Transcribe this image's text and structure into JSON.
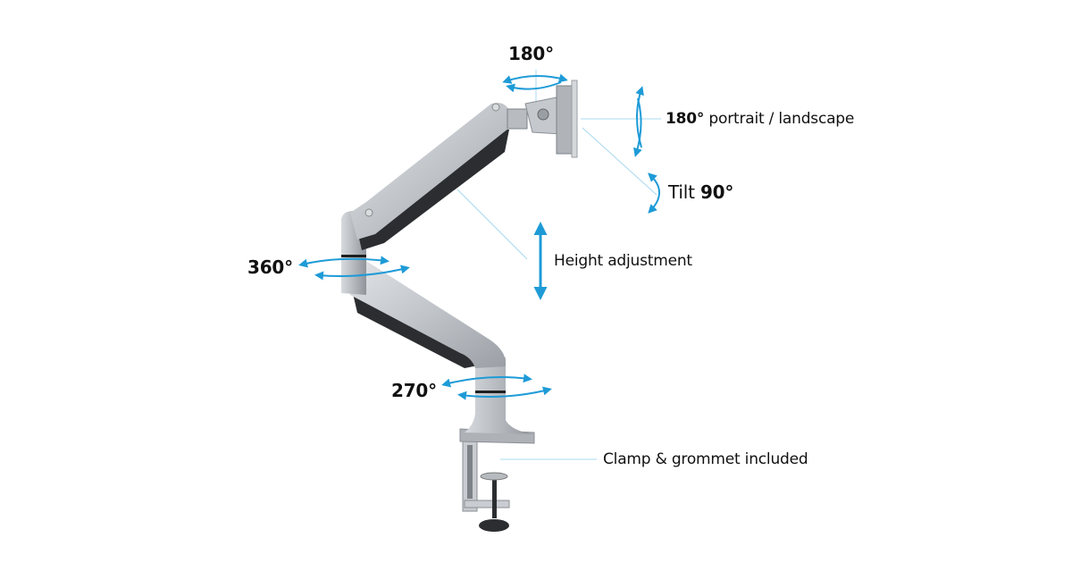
{
  "labels": {
    "swivel_head": "180°",
    "rotation_value": "180°",
    "rotation_text": "portrait / landscape",
    "tilt_text": "Tilt",
    "tilt_value": "90°",
    "height": "Height adjustment",
    "elbow": "360°",
    "base": "270°",
    "clamp": "Clamp & grommet included"
  },
  "colors": {
    "arrow": "#1e9bd7",
    "leader": "#a8d8f0",
    "arm": "#c3c7cc",
    "arm_dark": "#2b2d30"
  }
}
